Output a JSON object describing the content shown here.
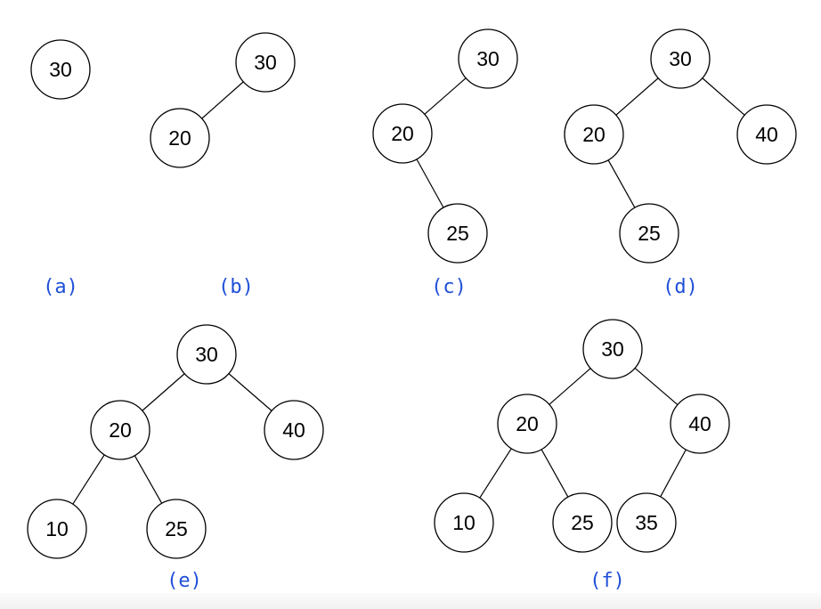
{
  "colors": {
    "caption": "#1f4fd8",
    "stroke": "#000000",
    "fill": "#ffffff"
  },
  "trees": [
    {
      "caption": "(a)",
      "nodes": [
        {
          "id": "n30",
          "value": "30"
        }
      ],
      "edges": []
    },
    {
      "caption": "(b)",
      "nodes": [
        {
          "id": "n30",
          "value": "30"
        },
        {
          "id": "n20",
          "value": "20"
        }
      ],
      "edges": [
        [
          "n30",
          "n20"
        ]
      ]
    },
    {
      "caption": "(c)",
      "nodes": [
        {
          "id": "n30",
          "value": "30"
        },
        {
          "id": "n20",
          "value": "20"
        },
        {
          "id": "n25",
          "value": "25"
        }
      ],
      "edges": [
        [
          "n30",
          "n20"
        ],
        [
          "n20",
          "n25"
        ]
      ]
    },
    {
      "caption": "(d)",
      "nodes": [
        {
          "id": "n30",
          "value": "30"
        },
        {
          "id": "n20",
          "value": "20"
        },
        {
          "id": "n40",
          "value": "40"
        },
        {
          "id": "n25",
          "value": "25"
        }
      ],
      "edges": [
        [
          "n30",
          "n20"
        ],
        [
          "n30",
          "n40"
        ],
        [
          "n20",
          "n25"
        ]
      ]
    },
    {
      "caption": "(e)",
      "nodes": [
        {
          "id": "n30",
          "value": "30"
        },
        {
          "id": "n20",
          "value": "20"
        },
        {
          "id": "n40",
          "value": "40"
        },
        {
          "id": "n10",
          "value": "10"
        },
        {
          "id": "n25",
          "value": "25"
        }
      ],
      "edges": [
        [
          "n30",
          "n20"
        ],
        [
          "n30",
          "n40"
        ],
        [
          "n20",
          "n10"
        ],
        [
          "n20",
          "n25"
        ]
      ]
    },
    {
      "caption": "(f)",
      "nodes": [
        {
          "id": "n30",
          "value": "30"
        },
        {
          "id": "n20",
          "value": "20"
        },
        {
          "id": "n40",
          "value": "40"
        },
        {
          "id": "n10",
          "value": "10"
        },
        {
          "id": "n25",
          "value": "25"
        },
        {
          "id": "n35",
          "value": "35"
        }
      ],
      "edges": [
        [
          "n30",
          "n20"
        ],
        [
          "n30",
          "n40"
        ],
        [
          "n20",
          "n10"
        ],
        [
          "n20",
          "n25"
        ],
        [
          "n40",
          "n35"
        ]
      ]
    }
  ]
}
